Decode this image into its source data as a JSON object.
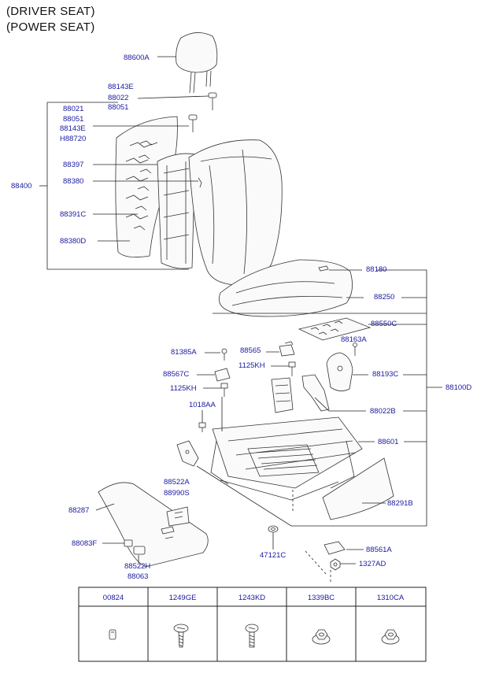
{
  "titles": [
    "(DRIVER SEAT)",
    "(POWER SEAT)"
  ],
  "labels": [
    "88600A",
    "88143E",
    "88022",
    "88051",
    "88021",
    "88051",
    "88143E",
    "H88720",
    "88397",
    "88380",
    "88400",
    "88391C",
    "88380D",
    "88180",
    "88250",
    "88550C",
    "88163A",
    "81385A",
    "88565",
    "88567C",
    "1125KH",
    "88193C",
    "1125KH",
    "1018AA",
    "88022B",
    "88100D",
    "88601",
    "88522A",
    "88990S",
    "88287",
    "88291B",
    "88083F",
    "88522H",
    "88063",
    "47121C",
    "88561A",
    "1327AD"
  ],
  "table": {
    "codes": [
      "00824",
      "1249GE",
      "1243KD",
      "1339BC",
      "1310CA"
    ],
    "icons": [
      "clip-icon",
      "screw-icon",
      "bolt-icon",
      "nut-icon",
      "flange-nut-icon"
    ]
  }
}
